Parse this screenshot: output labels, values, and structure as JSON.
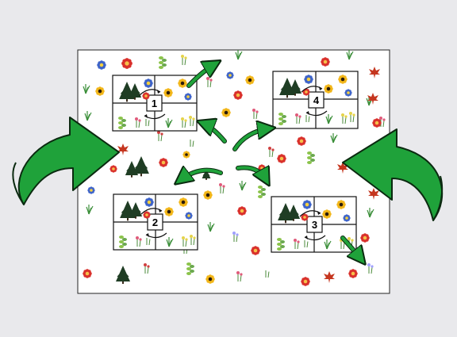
{
  "colors": {
    "background": "#e9e9ec",
    "panel": "#ffffff",
    "arrow_fill": "#1fa23a",
    "arrow_stroke": "#0b2a10",
    "tree": "#1f3d24",
    "grid_line": "#111111"
  },
  "quadrats": [
    {
      "label": "1"
    },
    {
      "label": "4"
    },
    {
      "label": "2"
    },
    {
      "label": "3"
    }
  ],
  "icons": {
    "big_arrow": "curved-arrow-icon",
    "small_arrow": "small-green-arrow-icon",
    "cycle_arrow": "curved-cycle-arrow-icon",
    "tree": "conifer-tree-icon",
    "sunflower": "sunflower-icon",
    "blue_flower": "blue-flower-icon",
    "red_flower": "red-flower-icon",
    "pink_flower": "pink-flower-icon",
    "leaf": "maple-leaf-icon",
    "grass": "grass-icon",
    "shrub": "shrub-icon"
  }
}
